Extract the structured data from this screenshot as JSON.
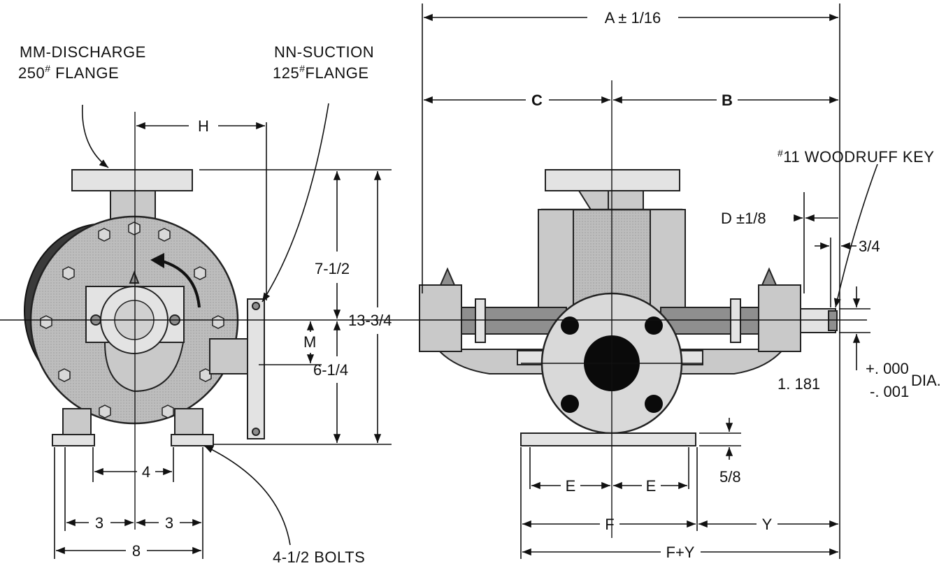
{
  "labels": {
    "discharge_line1": "MM-DISCHARGE",
    "discharge_line2": "250",
    "discharge_line2_sup": "#",
    "discharge_line2_rest": " FLANGE",
    "suction_line1": "NN-SUCTION",
    "suction_line2": "125",
    "suction_line2_sup": "#",
    "suction_line2_rest": "FLANGE",
    "woodruff_sup": "#",
    "woodruff": "11 WOODRUFF KEY",
    "bolts": "4-1/2 BOLTS"
  },
  "dimensions": {
    "A": "A ± 1/16",
    "B": "B",
    "C": "C",
    "H": "H",
    "D": "D ±1/8",
    "three_quarter": "3/4",
    "seven_half": "7-1/2",
    "thirteen_three_quarter": "13-3/4",
    "six_quarter": "6-1/4",
    "M": "M",
    "four": "4",
    "three_left": "3",
    "three_right": "3",
    "eight": "8",
    "E_left": "E",
    "E_right": "E",
    "five_eighth": "5/8",
    "F": "F",
    "Y": "Y",
    "FY": "F+Y",
    "shaft_dia": "1. 181",
    "tol_plus": "+. 000",
    "tol_minus": "-. 001",
    "dia": "DIA."
  }
}
